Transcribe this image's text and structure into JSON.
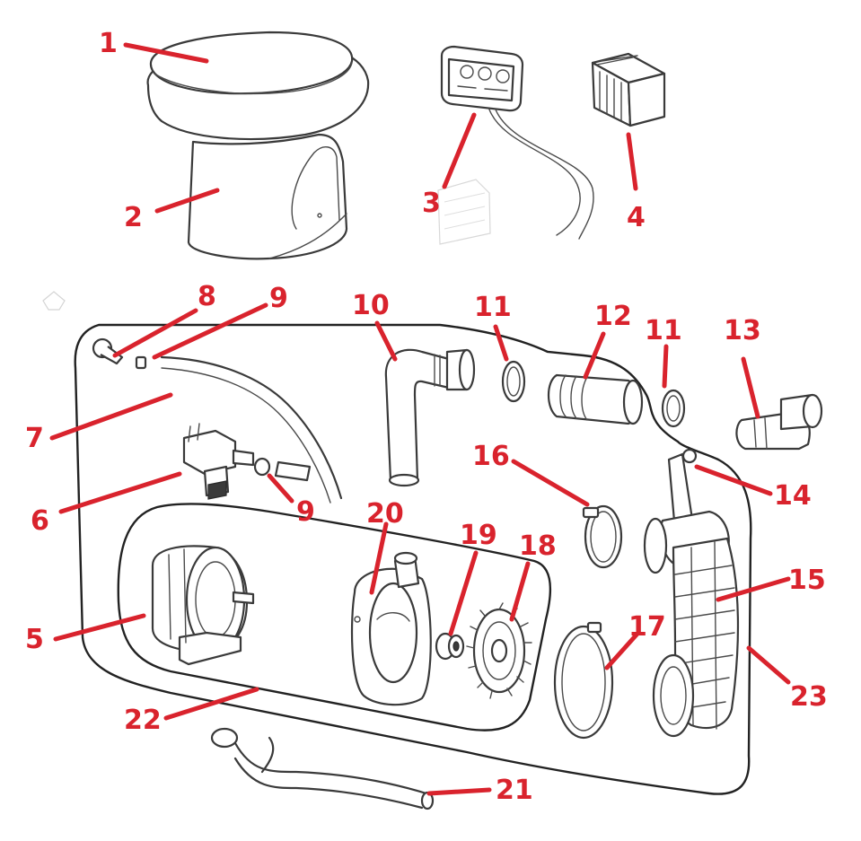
{
  "colors": {
    "callout": "#d9232d",
    "line_art": "#3a3a3a",
    "background": "#ffffff"
  },
  "callouts": [
    {
      "id": "c1",
      "label": "1"
    },
    {
      "id": "c2",
      "label": "2"
    },
    {
      "id": "c3",
      "label": "3"
    },
    {
      "id": "c4",
      "label": "4"
    },
    {
      "id": "c5",
      "label": "5"
    },
    {
      "id": "c6",
      "label": "6"
    },
    {
      "id": "c7",
      "label": "7"
    },
    {
      "id": "c8",
      "label": "8"
    },
    {
      "id": "c9a",
      "label": "9"
    },
    {
      "id": "c9b",
      "label": "9"
    },
    {
      "id": "c10",
      "label": "10"
    },
    {
      "id": "c11a",
      "label": "11"
    },
    {
      "id": "c11b",
      "label": "11"
    },
    {
      "id": "c12",
      "label": "12"
    },
    {
      "id": "c13",
      "label": "13"
    },
    {
      "id": "c14",
      "label": "14"
    },
    {
      "id": "c15",
      "label": "15"
    },
    {
      "id": "c16",
      "label": "16"
    },
    {
      "id": "c17",
      "label": "17"
    },
    {
      "id": "c18",
      "label": "18"
    },
    {
      "id": "c19",
      "label": "19"
    },
    {
      "id": "c20",
      "label": "20"
    },
    {
      "id": "c21",
      "label": "21"
    },
    {
      "id": "c22",
      "label": "22"
    },
    {
      "id": "c23",
      "label": "23"
    }
  ]
}
